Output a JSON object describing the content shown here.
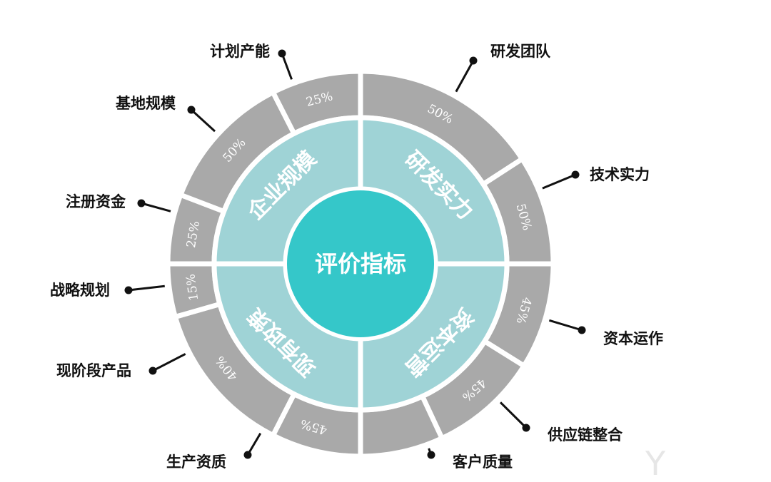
{
  "colors": {
    "outer_ring": "#a9a9a9",
    "inner_ring": "#9fd3d6",
    "center": "#35c7c9",
    "separator": "#ffffff",
    "leader": "#111111"
  },
  "center_label": "评价指标",
  "quadrants": [
    {
      "label": "研发实力",
      "segments": [
        {
          "callout": "研发团队",
          "value": "50%"
        },
        {
          "callout": "技术实力",
          "value": "50%"
        }
      ]
    },
    {
      "label": "资本运营",
      "segments": [
        {
          "callout": "资本运作",
          "value": "45%"
        },
        {
          "callout": "供应链整合",
          "value": "45%"
        },
        {
          "callout": "客户质量",
          "value": ""
        }
      ]
    },
    {
      "label": "现有政策",
      "segments": [
        {
          "callout": "生产资质",
          "value": "45%"
        },
        {
          "callout": "现阶段产品",
          "value": "40%"
        },
        {
          "callout": "战略规划",
          "value": "15%"
        }
      ]
    },
    {
      "label": "企业规模",
      "segments": [
        {
          "callout": "注册资金",
          "value": "25%"
        },
        {
          "callout": "基地规模",
          "value": "50%"
        },
        {
          "callout": "计划产能",
          "value": "25%"
        }
      ]
    }
  ],
  "watermark": "Y"
}
